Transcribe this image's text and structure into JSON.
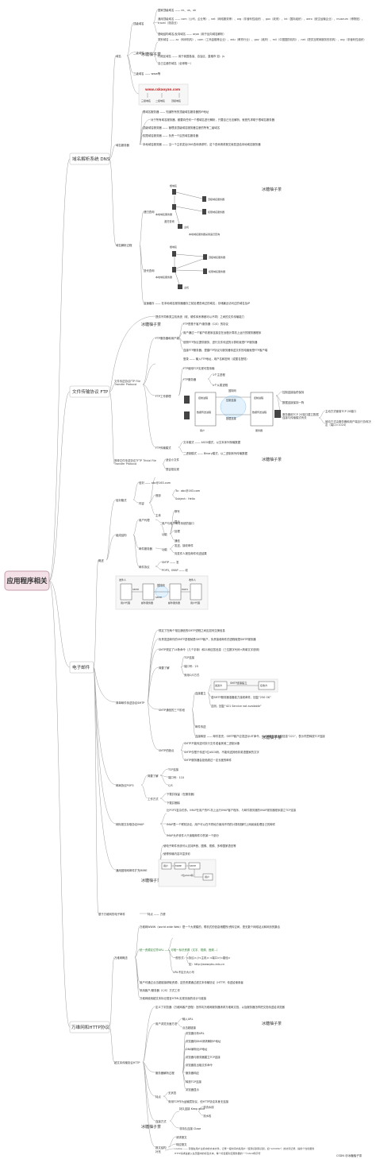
{
  "root": "应用程序相关",
  "branches": {
    "dns": {
      "label": "域名解析系统 DNS",
      "domain_name": {
        "label": "域名",
        "top_level": {
          "label": "顶级域名",
          "items": [
            "国家顶级域名 —— cn、us、uk",
            "通用顶级域名 —— com（公司、企业等）、net（网络服务等）、org（非营利性组织）、gov（政府）、int（国际组织）、aero（航空运输企业）、museum（博物馆）、travel（旅游业）",
            "基础结构域名/反向域名 —— arpa（用于反向域名解析）"
          ]
        },
        "second_level": {
          "label": "二级域名",
          "items": [
            "类别域名 —— ac（科研机构）、com（工商金融等企业）、edu（教育行业）、gov（政府）、mil（中国国防机构）、net（提供互联网服务的机构）、org（非营利性组织）",
            "行政区域名 —— 用于我国各省、自治区、直辖市 如：js",
            "自己注册的域名（全球唯一）"
          ]
        },
        "third_level": "三级域名 —— www等",
        "example_url": "www.cskaoyan.com",
        "example_parts": [
          "三级域名",
          "二级域名",
          "顶级域名"
        ]
      },
      "servers": {
        "label": "域名服务器",
        "items": [
          "根域名服务器 —— 知道所有的顶级域名服务器的IP地址",
          "对于所有域名服务器，都要向任何一个根域名进行解析，只要自己无法解析，就首先求助于根域名服务器",
          "顶级域名服务器 —— 管理该顶级域名服务器注册的所有二级域名",
          "权限域名服务器 —— 负责一个区的域名服务器",
          "本地域名服务器 —— 当一个主机发出DNS查询请求时，这个查询请求报文就发送给本地域名服务器"
        ]
      },
      "resolution": {
        "label": "域名解析过程",
        "recursive": {
          "label": "递归查询",
          "figure": {
            "top": "根域名",
            "tld": "顶级域名服务器",
            "auth": "权限域名服务器",
            "local": "本地域名服务器",
            "host": "主机",
            "caption": "本地域名服务器采用递归查询",
            "note": "递归查询"
          }
        },
        "iterative": {
          "label": "迭代查询",
          "figure": {
            "top": "根域名",
            "tld": "顶级域名服务器",
            "auth": "权限域名服务器",
            "local": "本地域名服务器",
            "host": "主机"
          }
        },
        "cache": "高速缓存 —— 在本地域名服务器缓存之前处理查询过的域名，存储最近访问过的域名及IP"
      }
    },
    "ftp": {
      "label": "文件传输协议 FTP",
      "intro": "提供不同种类主机系统（软、硬件体系等都可以不同）之间的文件传输能力",
      "main": {
        "label": "文件传送协议FTP File Transfer Protocol",
        "server_process": {
          "label": "FTP服务器和用户端",
          "items": [
            "FTP是基于客户/服务器（C/S）的协议",
            "用户通过一个客户机程序连接至在远程计算机上运行的服务器程序",
            "依照FTP协议提供服务、进行文件传送的计算机就是FTP服务器",
            "连接FTP服务器，遵循FTP协议与服务器传送文件的电脑就是FTP客户端"
          ]
        },
        "access": {
          "label": "",
          "items": [
            "登录 —— 输入FTP地址，用户名和密码（或匿名登陆）",
            "FTP使用TCP实现可靠传输"
          ]
        },
        "work": {
          "label": "FTP工作原理",
          "server": "FTP服务器",
          "server_parts": [
            "1个主进程",
            "n个从属进程"
          ],
          "control_conn": "控制连接",
          "data_conn": "数据连接",
          "figure": {
            "client": "客户",
            "server": "服务器",
            "control_proc": "控制进程",
            "data_proc": "数据传送进程",
            "net": "因特网",
            "ctl_label": "控制连接",
            "data_label": "数据连接",
            "port_ctl": "控制连接",
            "port_data": "数据连接"
          },
          "control_items": [
            "控制连接始终保持",
            "数据连接保持一阵"
          ],
          "ports": {
            "label": "服务器用TCP 20端口建立数据连接与传输模式有关",
            "items": [
              "主动方式使用TCP 20端口",
              "被动方式由服务器和用户端自行协商决定（端口>1024）"
            ]
          }
        },
        "modes": {
          "label": "FTP传输模式",
          "items": [
            "文本模式 —— ASCII模式，以文本序列传输数据",
            "二进制模式 —— Binary模式，以二进制序列传输数据"
          ]
        }
      },
      "tftp": {
        "label": "简单文件传送协议TFTP Trivial File Transfer Protocol",
        "items": [
          "适合小文件",
          "很容易实现"
        ]
      }
    },
    "email": {
      "label": "电子邮件",
      "overview": {
        "label": "概述",
        "format": {
          "label": "信封格式",
          "addr": "信封 —— abc@163.com",
          "content": {
            "label": "内容",
            "header": "首部",
            "header_items": [
              "To：abc@163.com",
              "Subject：Hello"
            ],
            "body": "主体"
          }
        },
        "components": {
          "label": "组成结构",
          "ua": {
            "label": "用户代理",
            "desc": "用户与电子邮件系统的接口",
            "func_label": "功能",
            "funcs": [
              "撰写",
              "显示",
              "处理",
              "通信"
            ]
          },
          "server": {
            "label": "邮件服务器",
            "func_label": "功能",
            "funcs": [
              "发送、接收邮件",
              "向发件人报告邮件传送结果"
            ]
          },
          "protocols": {
            "label": "邮件协议",
            "items": [
              "SMTP —— 发",
              "POP3、IMAP —— 收"
            ]
          }
        },
        "figure": {
          "a": "用户代理",
          "b": "邮件服务器",
          "c": "邮件服务器",
          "d": "用户代理",
          "smtp1": "SMTP",
          "smtp2": "SMTP",
          "pop3": "POP3",
          "caption1": "发件人",
          "caption2": "收件人",
          "net": "因特网"
        }
      },
      "smtp": {
        "label": "简单邮件传送协议SMTP",
        "items": [
          "规定了在两个相互通信的SMTP进程之间应如何交换信息",
          "负责发送邮件的SMTP进程就是SMTP客户，负责接收邮件的进程就是SMTP服务器",
          "SMTP规定了14条命令（几个字母）和21种应答信息（三位数字代码+简单文字说明）"
        ],
        "basics": {
          "label": "简要了解",
          "items": [
            "TCP连接",
            "端口号：25",
            "采用C/S方式"
          ]
        },
        "three_stage": {
          "label": "SMTP通信的三个阶段",
          "connect": {
            "label": "连接建立",
            "items": [
              "若SMTP服务器准备能力接收邮件，回复“250 OK”",
              "否则，回复“421 Service not available”"
            ]
          },
          "transfer": "邮件传送",
          "release": "连接释放 —— 邮件发完，SMTP客户应发送QUIT命令，SMTP服务器返回信息“221”，表示同意释放TCP连接",
          "figure": {
            "client": "发送方",
            "server": "接收方",
            "label": "SMTP连接建立"
          }
        },
        "drawbacks": {
          "label": "SMTP的缺点",
          "items": [
            "SMTP不能传送可执行文件或者其他二进制对象",
            "SMTP仅限于传送7位ASCII码，不能传送其他非英语国家的文字",
            "SMTP服务器会拒绝超过一定长度的邮件"
          ]
        }
      },
      "pop3": {
        "label": "邮局协议POP3",
        "basics": {
          "label": "简要了解",
          "items": [
            "TCP连接",
            "端口号：110",
            "C/S"
          ]
        },
        "modes": {
          "label": "工作方式",
          "items": [
            "下载并保留（在服务器）",
            "下载并删除"
          ]
        }
      },
      "imap": {
        "label": "网际报文存取协议IMAP",
        "items": [
          "比POP3复杂的多。IMAP在用户的PC机上运行IMAP客户程序，与邮件服务器的IMAP服务器程序建立TCP连接",
          "IMAP是一个联机协议，用户可以在不同地方使用不同的计算机随时上网阅读处理自己的邮件",
          "IMAP允许收件人只读取邮件中的某一个部分"
        ]
      },
      "mime": {
        "label": "通用因特网邮件扩充MIME",
        "items": [
          "使电子邮件系统可以支持声音、图像、视频、多种国家语言等",
          "使得传输内容丰富多彩"
        ],
        "figure": {
          "a": "用户",
          "b": "MIME",
          "c": "SMTP",
          "d": "7位ASCII码",
          "e": "用户"
        }
      },
      "web": {
        "label": "基于万维网的电子邮件",
        "text": "特点 —— 方便"
      }
    },
    "www": {
      "label": "万维网和HTTP协议",
      "concept": {
        "label": "万维网概念",
        "items": [
          "万维网WWW（world wide Web）是一个大规模的、联机式的信息储藏所/资料空间，是无数个网络站点和网页的集合",
          "统一资源定位符URL —— 可唯一标识资源（文字、视频、音频...）",
          "一般形式：<协议>://<主机>:<端口>/<路径>",
          "如：http://www.pku.edu.cn",
          "URL不区分大小写",
          "用户可通过点击超链接获取资源，这些资源通过超文本传输协议（HTTP）传送给使用者",
          "采用客户/服务器（C/S）方式工作",
          "万维网使用超文本标记语言HTML实现页面的设计与链接"
        ]
      },
      "http": {
        "label": "超文本传输协议HTTP",
        "items": [
          "定义了浏览器（万维网客户进程）怎样向万维网服务器请求万维网文档，以及服务器怎样把文档传送给浏览器"
        ],
        "access": {
          "label": "用户浏览页面方法",
          "items": [
            "输入URL",
            "点击超链接"
          ]
        },
        "process": {
          "label": "服务器解析过程",
          "items": [
            "浏览器分析URL",
            "浏览器向DNS请求解析IP地址",
            "DNS解析出IP地址",
            "浏览器与服务器建立TCP连接",
            "浏览器发出取文件命令",
            "服务器响应",
            "释放TCP连接",
            "浏览器显示"
          ]
        },
        "features": {
          "label": "特点",
          "items": [
            "无状态",
            "采用TCP作为运输层协议，但HTTP协议本身无连接"
          ]
        },
        "conn": {
          "label": "连接方式",
          "persistent": {
            "label": "持久连接 Keep alive",
            "items": [
              "非流水线",
              "流水线"
            ]
          },
          "nonpersistent": "非持久连接 Close"
        },
        "message": {
          "label": "报文结构",
          "items": [
            "请求报文",
            "响应报文"
          ]
        },
        "extra": {
          "label": "补充",
          "cookie": "cookie —— 存储在用户主机中的文本文件，记录一段时间内某用户（使用识别码识别，如“123456”）的访问记录，提供个性化服务",
          "html": "HTTP请求是嵌入在页面中的标签文本，每个标签都对应服务器的一个ASCII码字符"
        }
      }
    }
  },
  "watermark": "CSDN @冰糖柚子茶",
  "bg_watermark": "冰糖柚子茶",
  "colors": {
    "root_bg": "#f3e1e7",
    "highlight": "#2e7d32",
    "edge": "#9e9e9e"
  }
}
